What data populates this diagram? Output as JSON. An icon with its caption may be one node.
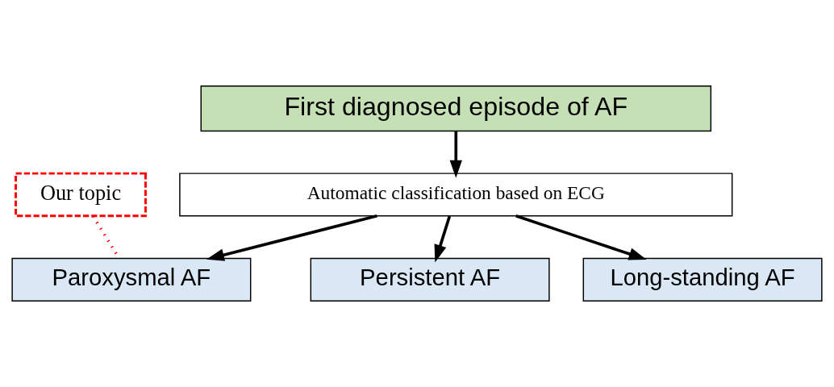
{
  "diagram": {
    "nodes": [
      {
        "text": [
          "First diagnosed episode of AF"
        ]
      },
      {
        "text": [
          "Automatic classification based on ECG"
        ]
      },
      {
        "text": [
          "Paroxysmal AF"
        ]
      },
      {
        "text": [
          "Persistent AF"
        ]
      },
      {
        "text": [
          "Long-standing AF"
        ]
      },
      {
        "text": [
          "Our topic"
        ]
      }
    ],
    "edges": [
      {
        "from": 0,
        "to": 1,
        "arrow": "to"
      },
      {
        "from": 1,
        "to": 2,
        "arrow": "to"
      },
      {
        "from": 1,
        "to": 3,
        "arrow": "to"
      },
      {
        "from": 1,
        "to": 4,
        "arrow": "to"
      },
      {
        "from": 5,
        "to": 2,
        "arrow": "none",
        "style": "dashed",
        "color": "#ff0000"
      }
    ]
  }
}
